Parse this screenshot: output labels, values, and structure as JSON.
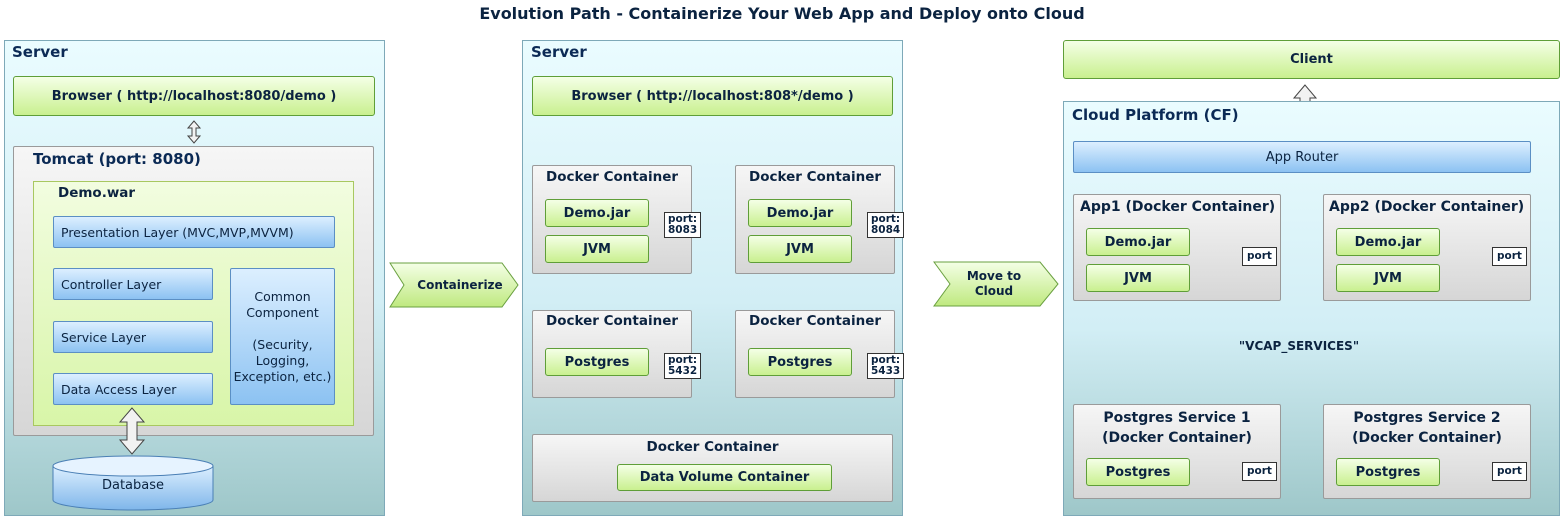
{
  "title": "Evolution Path - Containerize Your Web App and Deploy onto Cloud",
  "panel1": {
    "label": "Server",
    "browser": "Browser ( http://localhost:8080/demo )",
    "tomcat": "Tomcat (port: 8080)",
    "war": "Demo.war",
    "presentation": "Presentation Layer (MVC,MVP,MVVM)",
    "controller": "Controller Layer",
    "service": "Service Layer",
    "data_access": "Data Access Layer",
    "common": "Common Component\n\n(Security, Logging, Exception, etc.)",
    "database": "Database"
  },
  "arrow1": "Containerize",
  "panel2": {
    "label": "Server",
    "browser": "Browser ( http://localhost:808*/demo )",
    "docker_container": "Docker Container",
    "demo_jar": "Demo.jar",
    "jvm": "JVM",
    "postgres": "Postgres",
    "port_label": "port:",
    "ports": [
      "8083",
      "8084",
      "5432",
      "5433"
    ],
    "data_volume": "Data Volume Container"
  },
  "arrow2": "Move to Cloud",
  "panel3": {
    "client": "Client",
    "label": "Cloud Platform (CF)",
    "app_router": "App Router",
    "app1": "App1 (Docker Container)",
    "app2": "App2 (Docker Container)",
    "demo_jar": "Demo.jar",
    "jvm": "JVM",
    "port": "port",
    "vcap": "\"VCAP_SERVICES\"",
    "pg1": "Postgres Service 1\n(Docker Container)",
    "pg2": "Postgres Service 2\n(Docker Container)",
    "postgres": "Postgres"
  }
}
